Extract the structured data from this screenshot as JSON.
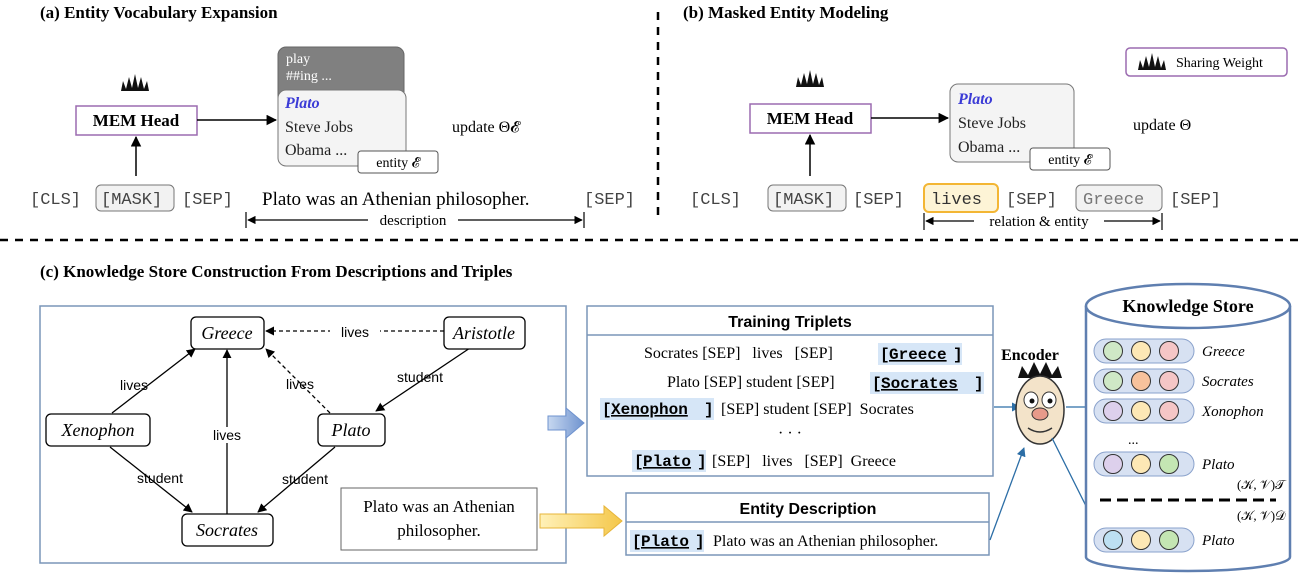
{
  "panel_a": {
    "title": "(a) Entity Vocabulary Expansion",
    "mem_head": "MEM Head",
    "vocab_top": [
      "play",
      "##ing ..."
    ],
    "entity_list": [
      "Plato",
      "Steve Jobs",
      "Obama ..."
    ],
    "entity_tag": "entity 𝓔",
    "update": "update Θ𝓔",
    "tokens": [
      "[CLS]",
      "[MASK]",
      "[SEP]",
      "Plato was an Athenian philosopher.",
      "[SEP]"
    ],
    "span_label": "description"
  },
  "panel_b": {
    "title": "(b) Masked Entity Modeling",
    "legend": "Sharing Weight",
    "mem_head": "MEM Head",
    "entity_list": [
      "Plato",
      "Steve Jobs",
      "Obama ..."
    ],
    "entity_tag": "entity 𝓔",
    "update": "update Θ",
    "tokens": [
      "[CLS]",
      "[MASK]",
      "[SEP]",
      "lives",
      "[SEP]",
      "Greece",
      "[SEP]"
    ],
    "span_label": "relation & entity"
  },
  "panel_c": {
    "title": "(c) Knowledge Store Construction From Descriptions and Triples",
    "graph": {
      "nodes": [
        "Greece",
        "Aristotle",
        "Xenophon",
        "Plato",
        "Socrates"
      ],
      "edges": [
        {
          "from": "Aristotle",
          "to": "Greece",
          "label": "lives"
        },
        {
          "from": "Xenophon",
          "to": "Greece",
          "label": "lives"
        },
        {
          "from": "Plato",
          "to": "Greece",
          "label": "lives"
        },
        {
          "from": "Aristotle",
          "to": "Plato",
          "label": "student"
        },
        {
          "from": "Socrates",
          "to": "Greece",
          "label": "lives"
        },
        {
          "from": "Xenophon",
          "to": "Socrates",
          "label": "student"
        },
        {
          "from": "Plato",
          "to": "Socrates",
          "label": "student"
        }
      ],
      "description": [
        "Plato was an Athenian",
        "philosopher."
      ]
    },
    "triplets": {
      "title": "Training Triplets",
      "rows": [
        {
          "pre": "Socrates [SEP]   lives   [SEP]",
          "ent": "Greece",
          "post": ""
        },
        {
          "pre": "Plato [SEP] student [SEP]",
          "ent": "Socrates",
          "post": ""
        },
        {
          "pre": "",
          "ent": "Xenophon",
          "post": "[SEP] student [SEP]  Socrates"
        },
        {
          "pre": "",
          "ent": "Plato",
          "post": "[SEP]   lives   [SEP]  Greece"
        }
      ],
      "ellipsis": "· · ·"
    },
    "description_box": {
      "title": "Entity Description",
      "ent": "Plato",
      "text": "Plato was an Athenian philosopher."
    },
    "encoder": "Encoder",
    "store": {
      "title": "Knowledge Store",
      "items": [
        {
          "label": "Greece",
          "colors": [
            "#cfe8c6",
            "#fde8b5",
            "#f5c6c6"
          ]
        },
        {
          "label": "Socrates",
          "colors": [
            "#cfe8c6",
            "#f7c29c",
            "#f5c6c6"
          ]
        },
        {
          "label": "Xonophon",
          "colors": [
            "#ddd0ec",
            "#fde8b5",
            "#f5c6c6"
          ]
        },
        {
          "label": "Plato",
          "colors": [
            "#ddd0ec",
            "#fde8b5",
            "#c4e6b3"
          ]
        },
        {
          "label": "Plato",
          "colors": [
            "#bde0f2",
            "#fde8b5",
            "#c4e6b3"
          ]
        }
      ],
      "ellipsis": "...",
      "kv_t": "(𝒦, 𝒱)𝒯",
      "kv_d": "(𝒦, 𝒱)𝒟"
    }
  },
  "colors": {
    "mem_border": "#9b6bb0",
    "plato_blue": "#3b3bd6",
    "mask_highlight": "#f3b634",
    "entity_highlight": "#d6e6f7",
    "panel_border": "#7a95b8",
    "store_border": "#5f7fb0",
    "arrow_blue": "#2c6ea6"
  }
}
